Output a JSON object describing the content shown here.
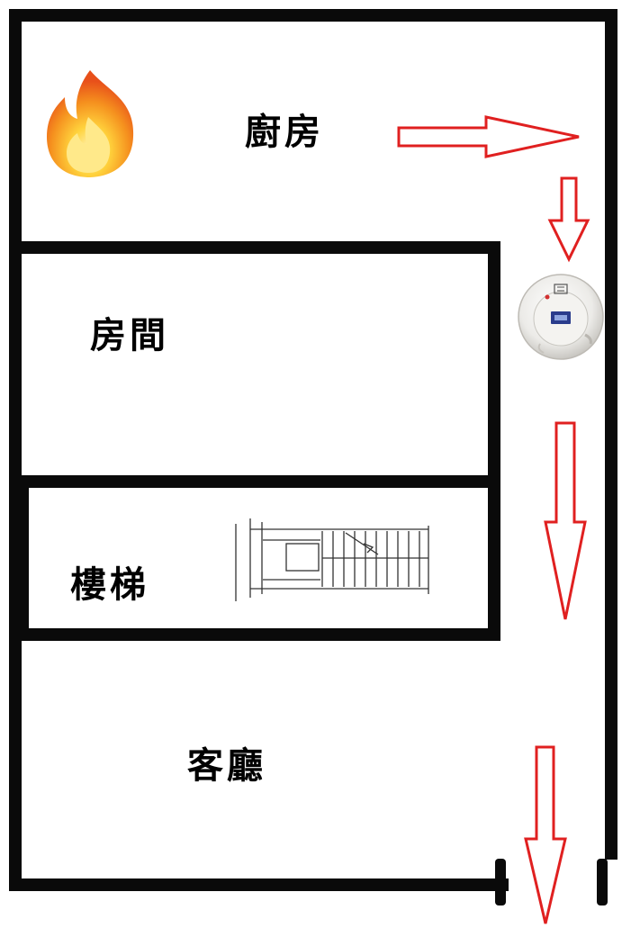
{
  "rooms": {
    "kitchen": "廚房",
    "bedroom": "房間",
    "stairs": "樓梯",
    "living_room": "客廳"
  },
  "icons": {
    "fire": "fire-icon",
    "smoke_detector": "smoke-detector-icon",
    "staircase": "staircase-plan-icon"
  },
  "colors": {
    "wall": "#0a0a0a",
    "arrow": "#e02020",
    "fire_outer": "#f05a14",
    "fire_inner": "#ffd23c"
  }
}
